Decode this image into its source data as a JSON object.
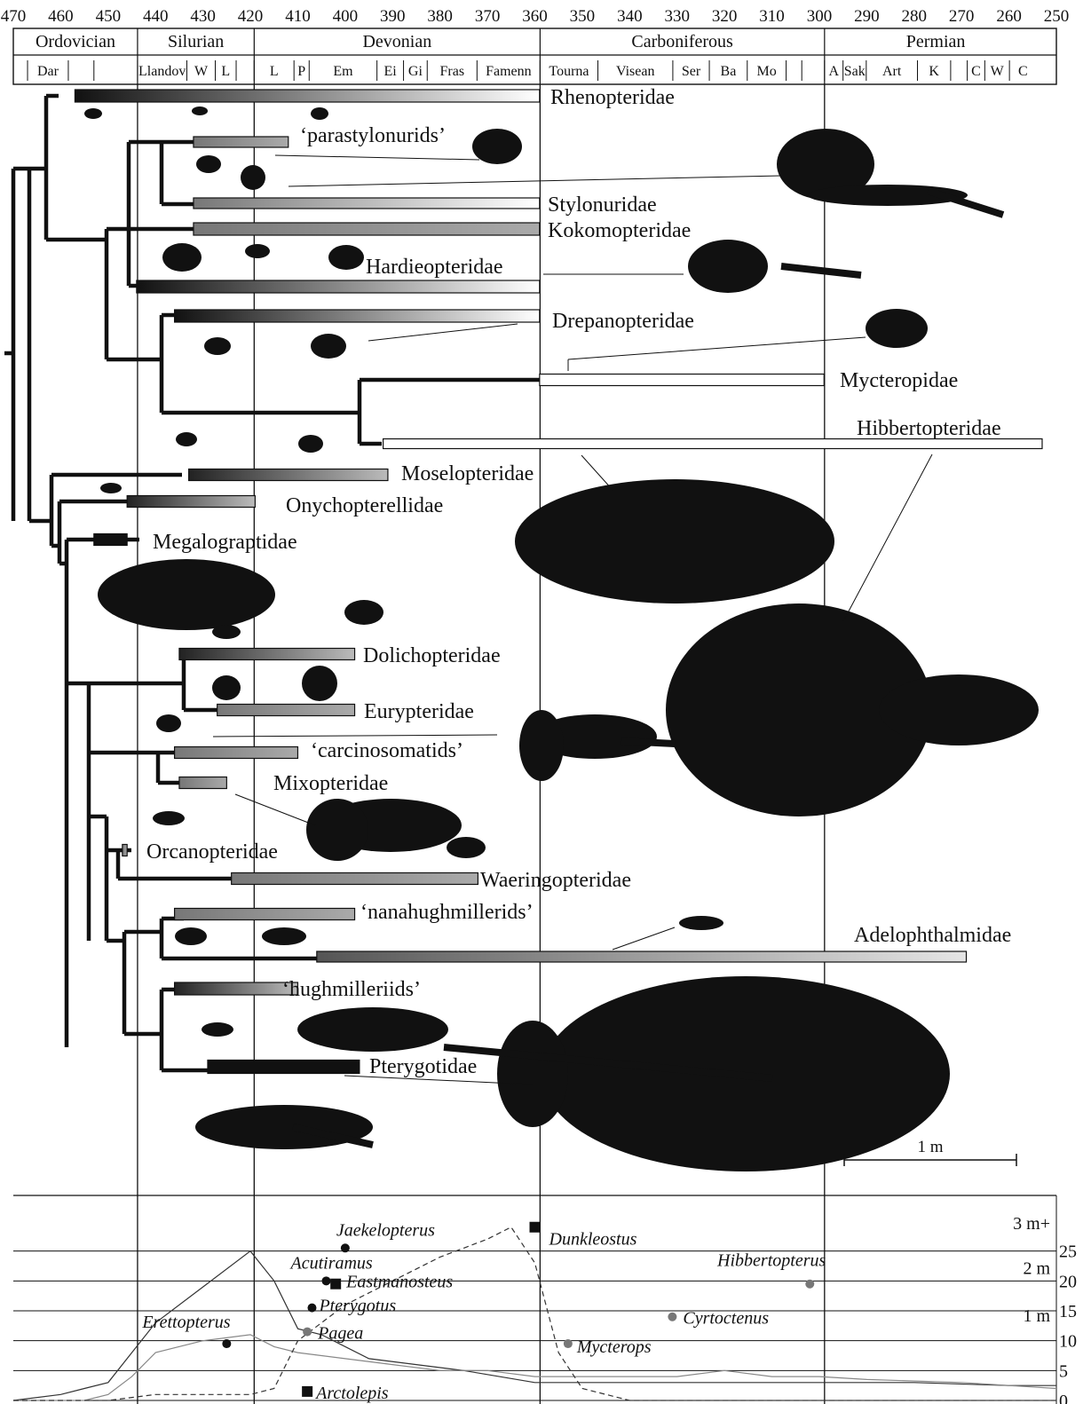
{
  "time_axis": {
    "unit": "Ma",
    "ticks": [
      "470",
      "460",
      "450",
      "440",
      "430",
      "420",
      "410",
      "400",
      "390",
      "380",
      "370",
      "360",
      "350",
      "340",
      "330",
      "320",
      "310",
      "300",
      "290",
      "280",
      "270",
      "260",
      "250"
    ]
  },
  "periods": [
    {
      "name": "Ordovician",
      "start": 470,
      "end": 443.8
    },
    {
      "name": "Silurian",
      "start": 443.8,
      "end": 419.2
    },
    {
      "name": "Devonian",
      "start": 419.2,
      "end": 358.9
    },
    {
      "name": "Carboniferous",
      "start": 358.9,
      "end": 298.9
    },
    {
      "name": "Permian",
      "start": 298.9,
      "end": 252
    }
  ],
  "stages": [
    {
      "name": "",
      "start": 470,
      "end": 467
    },
    {
      "name": "Dar",
      "start": 467,
      "end": 458.4
    },
    {
      "name": "",
      "start": 458.4,
      "end": 453
    },
    {
      "name": "",
      "start": 453,
      "end": 443.8
    },
    {
      "name": "Llandov",
      "start": 443.8,
      "end": 433.4
    },
    {
      "name": "W",
      "start": 433.4,
      "end": 427.4
    },
    {
      "name": "L",
      "start": 427.4,
      "end": 423
    },
    {
      "name": "",
      "start": 423,
      "end": 419.2
    },
    {
      "name": "L",
      "start": 419.2,
      "end": 410.8
    },
    {
      "name": "P",
      "start": 410.8,
      "end": 407.6
    },
    {
      "name": "Em",
      "start": 407.6,
      "end": 393.3
    },
    {
      "name": "Ei",
      "start": 393.3,
      "end": 387.7
    },
    {
      "name": "Gi",
      "start": 387.7,
      "end": 382.7
    },
    {
      "name": "Fras",
      "start": 382.7,
      "end": 372.2
    },
    {
      "name": "Famenn",
      "start": 372.2,
      "end": 358.9
    },
    {
      "name": "Tourna",
      "start": 358.9,
      "end": 346.7
    },
    {
      "name": "Visean",
      "start": 346.7,
      "end": 330.9
    },
    {
      "name": "Ser",
      "start": 330.9,
      "end": 323.2
    },
    {
      "name": "Ba",
      "start": 323.2,
      "end": 315.2
    },
    {
      "name": "Mo",
      "start": 315.2,
      "end": 307
    },
    {
      "name": "",
      "start": 307,
      "end": 303.7
    },
    {
      "name": "",
      "start": 303.7,
      "end": 298.9
    },
    {
      "name": "A",
      "start": 298.9,
      "end": 295
    },
    {
      "name": "Sak",
      "start": 295,
      "end": 290.1
    },
    {
      "name": "Art",
      "start": 290.1,
      "end": 279.3
    },
    {
      "name": "K",
      "start": 279.3,
      "end": 272.3
    },
    {
      "name": "",
      "start": 272.3,
      "end": 268.8
    },
    {
      "name": "C",
      "start": 268.8,
      "end": 265.1
    },
    {
      "name": "W",
      "start": 265.1,
      "end": 259.9
    },
    {
      "name": "C",
      "start": 259.9,
      "end": 254.2
    }
  ],
  "families": [
    {
      "name": "Rhenopteridae",
      "start": 457,
      "end": 359,
      "style": "dark-to-white"
    },
    {
      "name": "‘parastylonurids’",
      "start": 432,
      "end": 412,
      "style": "grey"
    },
    {
      "name": "Stylonuridae",
      "start": 432,
      "end": 359,
      "style": "grey-to-white"
    },
    {
      "name": "Kokomopteridae",
      "start": 432,
      "end": 359,
      "style": "grey"
    },
    {
      "name": "Hardieopteridae",
      "start": 444,
      "end": 359,
      "style": "dark-to-white"
    },
    {
      "name": "Drepanopteridae",
      "start": 436,
      "end": 359,
      "style": "dark-to-white"
    },
    {
      "name": "Mycteropidae",
      "start": 359,
      "end": 299,
      "style": "white"
    },
    {
      "name": "Hibbertopteridae",
      "start": 392,
      "end": 253,
      "style": "white"
    },
    {
      "name": "Moselopteridae",
      "start": 433,
      "end": 391,
      "style": "dark-to-grey"
    },
    {
      "name": "Onychopterellidae",
      "start": 446,
      "end": 419,
      "style": "dark-to-grey"
    },
    {
      "name": "Megalograptidae",
      "start": 453,
      "end": 446,
      "style": "black"
    },
    {
      "name": "Dolichopteridae",
      "start": 435,
      "end": 398,
      "style": "dark-to-grey"
    },
    {
      "name": "Eurypteridae",
      "start": 427,
      "end": 398,
      "style": "grey"
    },
    {
      "name": "‘carcinosomatids’",
      "start": 436,
      "end": 410,
      "style": "grey"
    },
    {
      "name": "Mixopteridae",
      "start": 435,
      "end": 425,
      "style": "grey"
    },
    {
      "name": "Orcanopteridae",
      "start": 447,
      "end": 446,
      "style": "grey"
    },
    {
      "name": "Waeringopteridae",
      "start": 424,
      "end": 372,
      "style": "grey"
    },
    {
      "name": "‘nanahughmillerids’",
      "start": 436,
      "end": 398,
      "style": "grey"
    },
    {
      "name": "Adelophthalmidae",
      "start": 406,
      "end": 269,
      "style": "grey-to-light"
    },
    {
      "name": "‘hughmilleriids’",
      "start": 436,
      "end": 410,
      "style": "dark-to-grey"
    },
    {
      "name": "Pterygotidae",
      "start": 429,
      "end": 397,
      "style": "black"
    }
  ],
  "body_size_panel": {
    "size_labels": [
      "3 m+",
      "2 m",
      "1 m"
    ],
    "y_ticks": [
      "25",
      "20",
      "15",
      "10",
      "5",
      "0"
    ],
    "taxa": [
      {
        "name": "Jaekelopterus",
        "time": 400,
        "size": 25.5,
        "marker": "eurypterid"
      },
      {
        "name": "Acutiramus",
        "time": 404,
        "size": 20,
        "marker": "eurypterid"
      },
      {
        "name": "Eastmanosteus",
        "time": 402,
        "size": 19.5,
        "marker": "placoderm"
      },
      {
        "name": "Pterygotus",
        "time": 407,
        "size": 15.5,
        "marker": "eurypterid"
      },
      {
        "name": "Pagea",
        "time": 408,
        "size": 11.5,
        "marker": "grey"
      },
      {
        "name": "Erettopterus",
        "time": 425,
        "size": 9.5,
        "marker": "eurypterid"
      },
      {
        "name": "Dunkleostus",
        "time": 360,
        "size": 29,
        "marker": "placoderm"
      },
      {
        "name": "Hibbertopterus",
        "time": 302,
        "size": 19.5,
        "marker": "grey"
      },
      {
        "name": "Cyrtoctenus",
        "time": 331,
        "size": 14,
        "marker": "grey"
      },
      {
        "name": "Mycterops",
        "time": 353,
        "size": 9.5,
        "marker": "grey"
      },
      {
        "name": "Arctolepis",
        "time": 408,
        "size": 1.5,
        "marker": "placoderm"
      }
    ]
  },
  "scale_bar": {
    "label": "1 m"
  }
}
